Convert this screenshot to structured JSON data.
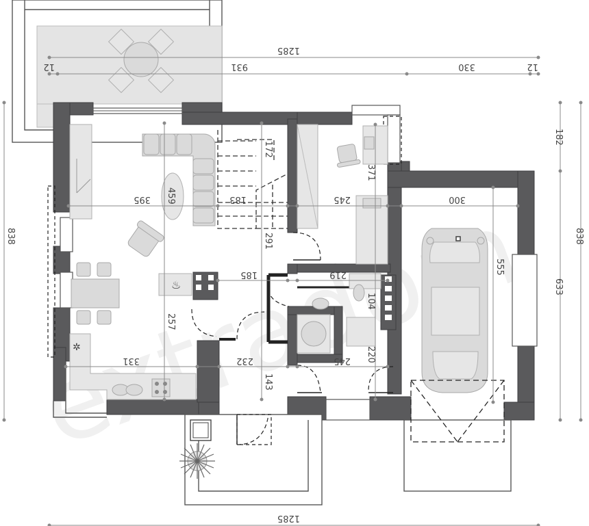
{
  "watermark": "extradom",
  "dimensions": {
    "top_total": "1285",
    "bottom_total": "1285",
    "top_left": "12",
    "top_mid": "931",
    "top_right_span": "330",
    "top_right": "12",
    "left_height": "838",
    "right_height": "838",
    "right_segment_top": "182",
    "right_segment_bottom": "633",
    "garage_depth": "555",
    "garage_width": "300",
    "living_width": "395",
    "living_depth": "459",
    "stair_width": "183",
    "stair_depth": "172",
    "office_width": "245",
    "office_depth": "371",
    "hall_height": "291",
    "corridor_width": "185",
    "bath_width": "219",
    "bath_depth": "104",
    "kitchen_depth": "257",
    "kitchen_width": "331",
    "vestibule_width": "232",
    "vestibule_depth": "143",
    "boiler_width": "245",
    "boiler_depth": "220"
  }
}
